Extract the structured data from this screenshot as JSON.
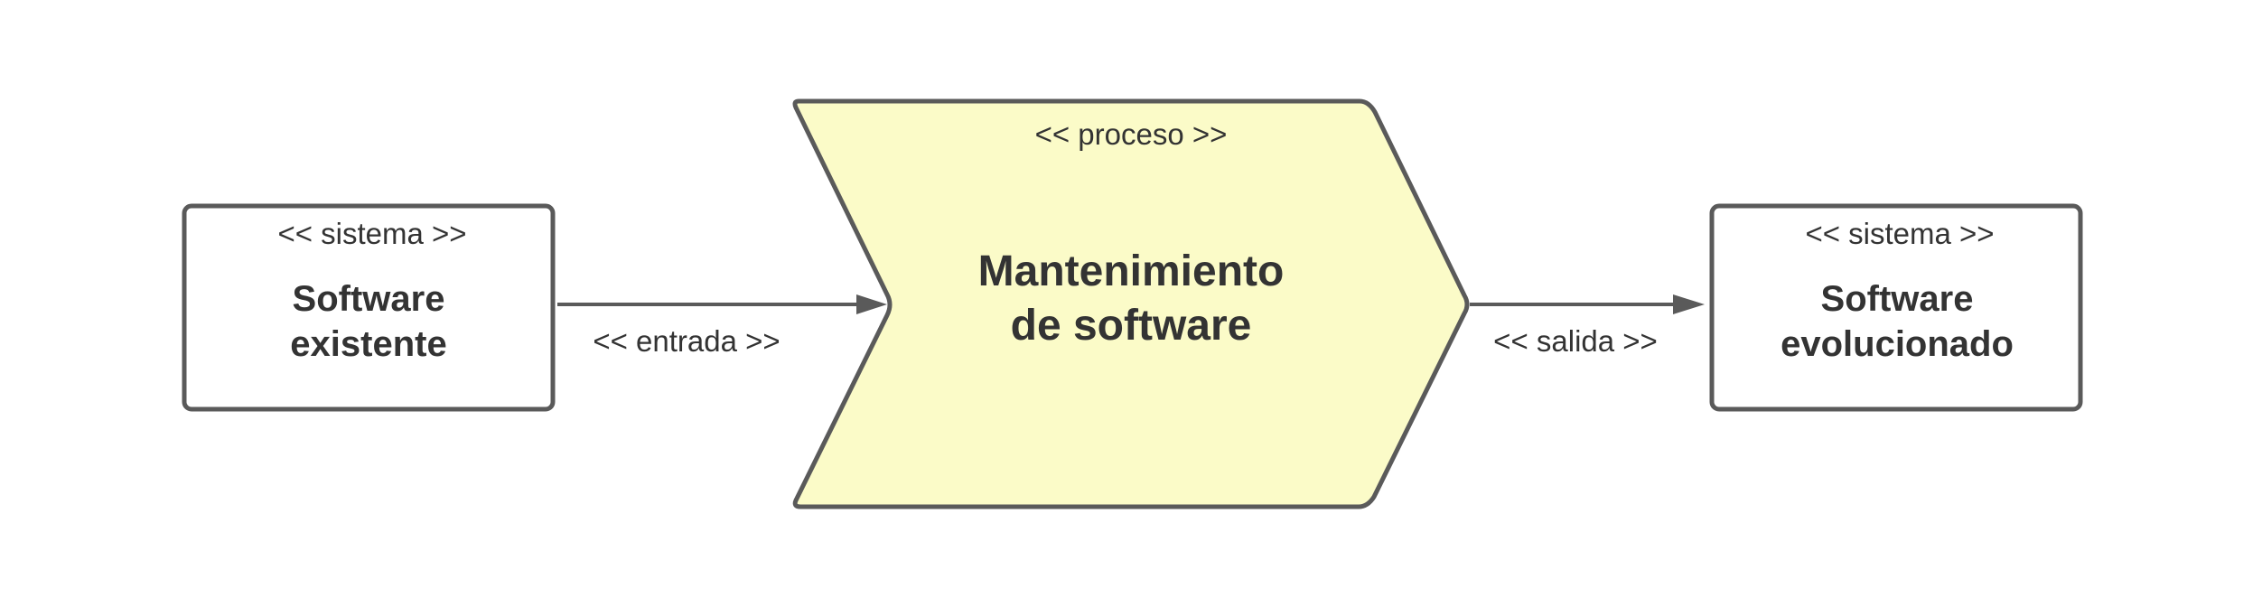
{
  "colors": {
    "stroke": "#5a5a5a",
    "text": "#333333",
    "process_fill": "#fbfbc8",
    "box_fill": "#ffffff"
  },
  "left_box": {
    "stereotype": "<< sistema >>",
    "title_line1": "Software",
    "title_line2": "existente"
  },
  "process": {
    "stereotype": "<< proceso >>",
    "title_line1": "Mantenimiento",
    "title_line2": "de software"
  },
  "right_box": {
    "stereotype": "<< sistema >>",
    "title_line1": "Software",
    "title_line2": "evolucionado"
  },
  "edges": {
    "input_label": "<< entrada >>",
    "output_label": "<< salida >>"
  }
}
